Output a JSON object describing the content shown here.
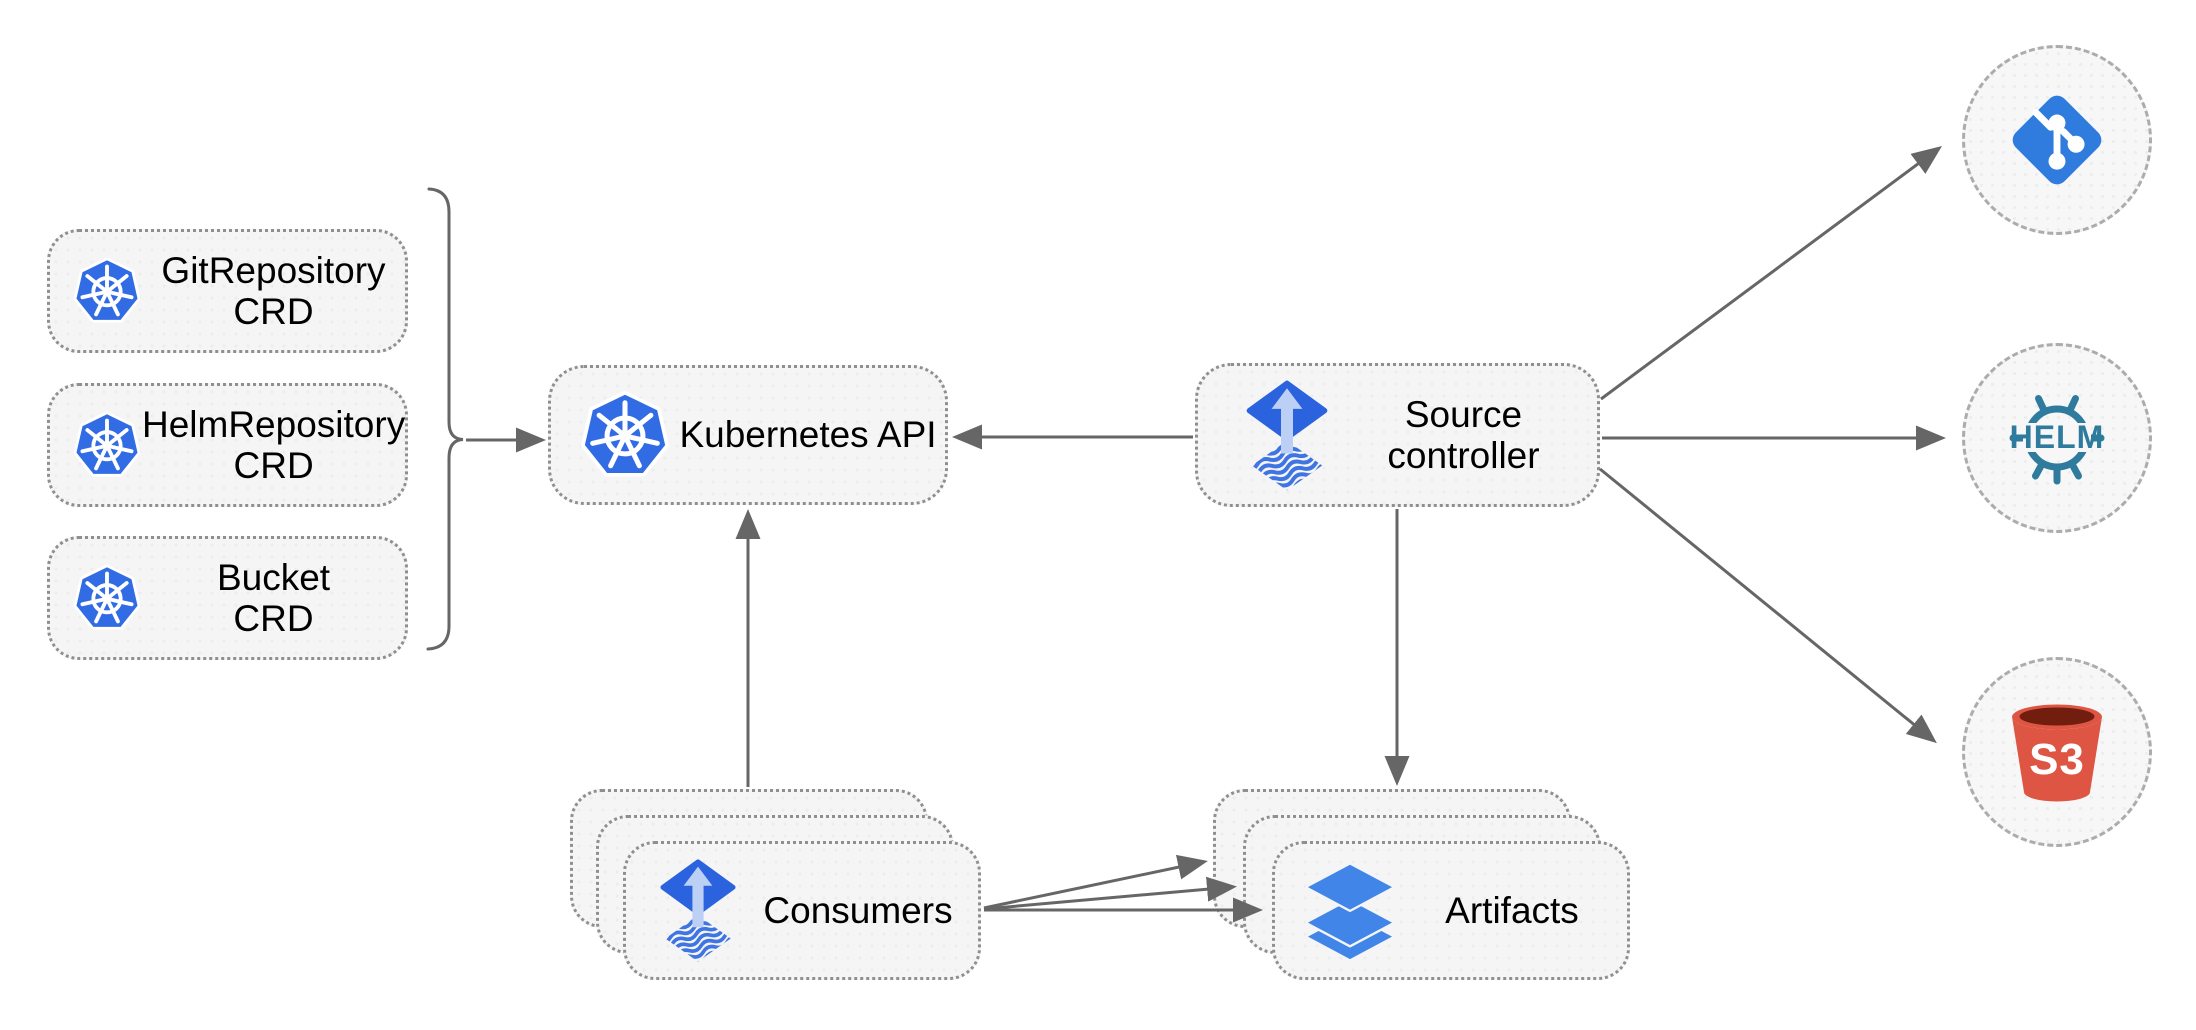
{
  "colors": {
    "kubernetes_blue": "#326CE5",
    "flux_blue": "#2B62DE",
    "flux_arrow_light": "#BCD0F5",
    "flux_wave_blue": "#3F74E3",
    "layers_blue": "#4285E8",
    "git_blue": "#2F7CDE",
    "helm_teal": "#2E7B9E",
    "s3_red": "#DE5543",
    "s3_dark_red": "#721E0F",
    "node_fill": "#F5F5F5",
    "circle_fill": "#F7F7F7",
    "border_gray": "#8F8F8F",
    "arrow_gray": "#666666",
    "text_color": "#000000"
  },
  "nodes": {
    "crd_boxes": [
      {
        "id": "gitrepository-crd",
        "line1": "GitRepository",
        "line2": "CRD",
        "icon": "kubernetes-icon"
      },
      {
        "id": "helmrepository-crd",
        "line1": "HelmRepository",
        "line2": "CRD",
        "icon": "kubernetes-icon"
      },
      {
        "id": "bucket-crd",
        "line1": "Bucket",
        "line2": "CRD",
        "icon": "kubernetes-icon"
      }
    ],
    "kubernetes_api": {
      "label": "Kubernetes API",
      "icon": "kubernetes-icon"
    },
    "source_controller": {
      "line1": "Source",
      "line2": "controller",
      "icon": "flux-icon"
    },
    "consumers": {
      "label": "Consumers",
      "icon": "flux-icon",
      "stacked": 3
    },
    "artifacts": {
      "label": "Artifacts",
      "icon": "layers-icon",
      "stacked": 3
    },
    "externals": {
      "git": {
        "icon": "git-icon"
      },
      "helm": {
        "icon": "helm-icon",
        "text": "HELM"
      },
      "s3": {
        "icon": "s3-icon",
        "text": "S3"
      }
    }
  },
  "edges": [
    {
      "from": "crd-bracket",
      "to": "kubernetes-api"
    },
    {
      "from": "source-controller",
      "to": "kubernetes-api"
    },
    {
      "from": "consumers",
      "to": "kubernetes-api"
    },
    {
      "from": "source-controller",
      "to": "artifacts"
    },
    {
      "from": "source-controller",
      "to": "git"
    },
    {
      "from": "source-controller",
      "to": "helm"
    },
    {
      "from": "source-controller",
      "to": "s3"
    },
    {
      "from": "consumers",
      "to": "artifacts"
    },
    {
      "from": "consumers",
      "to": "artifacts"
    },
    {
      "from": "consumers",
      "to": "artifacts"
    }
  ]
}
